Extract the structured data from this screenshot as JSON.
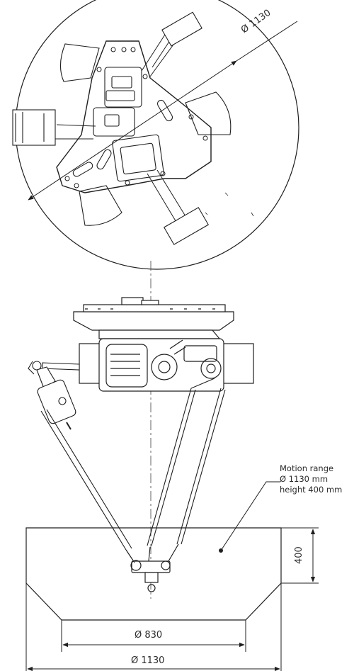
{
  "top_view": {
    "diameter_label": "Ø 1130"
  },
  "callout": {
    "line1": "Motion range",
    "line2": "Ø 1130 mm",
    "line3": "height 400 mm"
  },
  "work_envelope": {
    "height_label": "400",
    "inner_diameter_label": "Ø 830",
    "outer_diameter_label": "Ø 1130"
  }
}
